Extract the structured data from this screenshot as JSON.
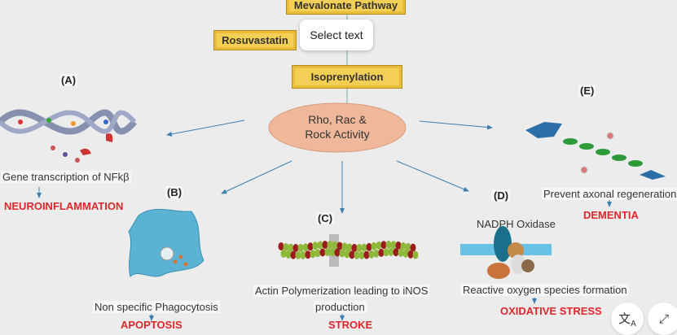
{
  "diagram": {
    "top_box": "Mevalonate Pathway",
    "drug_box": "Rosuvastatin",
    "isoprenylation_box": "Isoprenylation",
    "center": "Rho, Rac &\nRock Activity",
    "panels": {
      "A": {
        "label": "(A)",
        "text": "Gene transcription of NFkβ",
        "outcome": "NEUROINFLAMMATION"
      },
      "B": {
        "label": "(B)",
        "text": "Non specific Phagocytosis",
        "outcome": "APOPTOSIS"
      },
      "C": {
        "label": "(C)",
        "text_line1": "Actin Polymerization leading to iNOS",
        "text_line2": "production",
        "outcome": "STROKE"
      },
      "D": {
        "label": "(D)",
        "enzyme": "NADPH Oxidase",
        "text": "Reactive oxygen species formation",
        "outcome": "OXIDATIVE STRESS"
      },
      "E": {
        "label": "(E)",
        "text": "Prevent axonal regeneration",
        "outcome": "DEMENTIA"
      }
    },
    "colors": {
      "outcome": "#e0262b",
      "box": "#f3cf55",
      "ellipse": "#f0b89a",
      "arrow": "#3d7fb0"
    }
  },
  "overlay": {
    "tooltip": "Select text",
    "translate_icon": "translate-icon",
    "expand_icon": "expand-icon"
  }
}
